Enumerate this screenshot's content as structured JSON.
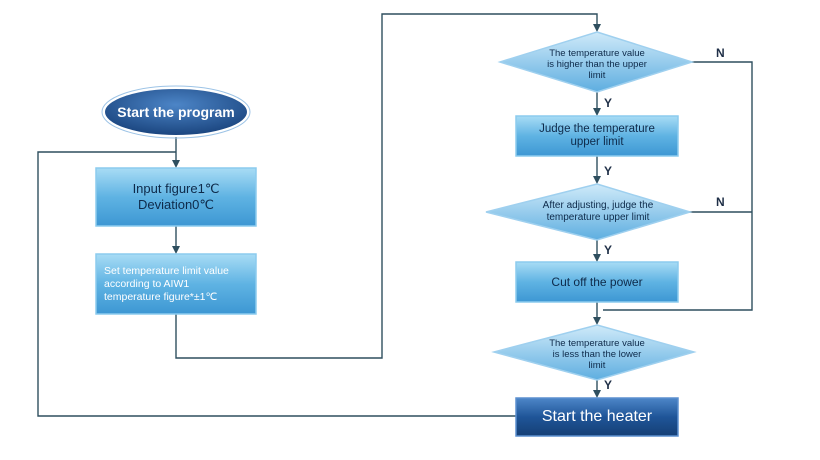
{
  "nodes": {
    "start_program": "Start the program",
    "input_figure_line1": "Input figure1℃",
    "input_figure_line2": "Deviation0℃",
    "set_limit_line1": "Set temperature limit value",
    "set_limit_line2": "according to AIW1",
    "set_limit_line3": "temperature figure*±1℃",
    "higher_line1": "The temperature value",
    "higher_line2": "is higher than the upper",
    "higher_line3": "limit",
    "judge_line1": "Judge the temperature",
    "judge_line2": "upper limit",
    "after_line1": "After adjusting, judge the",
    "after_line2": "temperature upper limit",
    "cut_power": "Cut off the power",
    "lower_line1": "The temperature value",
    "lower_line2": "is less than the lower",
    "lower_line3": "limit",
    "start_heater": "Start the heater"
  },
  "branch_labels": {
    "yes": "Y",
    "no": "N"
  },
  "colors": {
    "line": "#2f4f5f",
    "box_light": "#9fd6f2",
    "box_mid": "#4aa6dc",
    "box_border": "#7fc0e6",
    "diamond_light": "#bfe3f7",
    "diamond_mid": "#6bb6e4",
    "dark_fill": "#1d4e8c",
    "dark_light": "#3f7cc4"
  }
}
